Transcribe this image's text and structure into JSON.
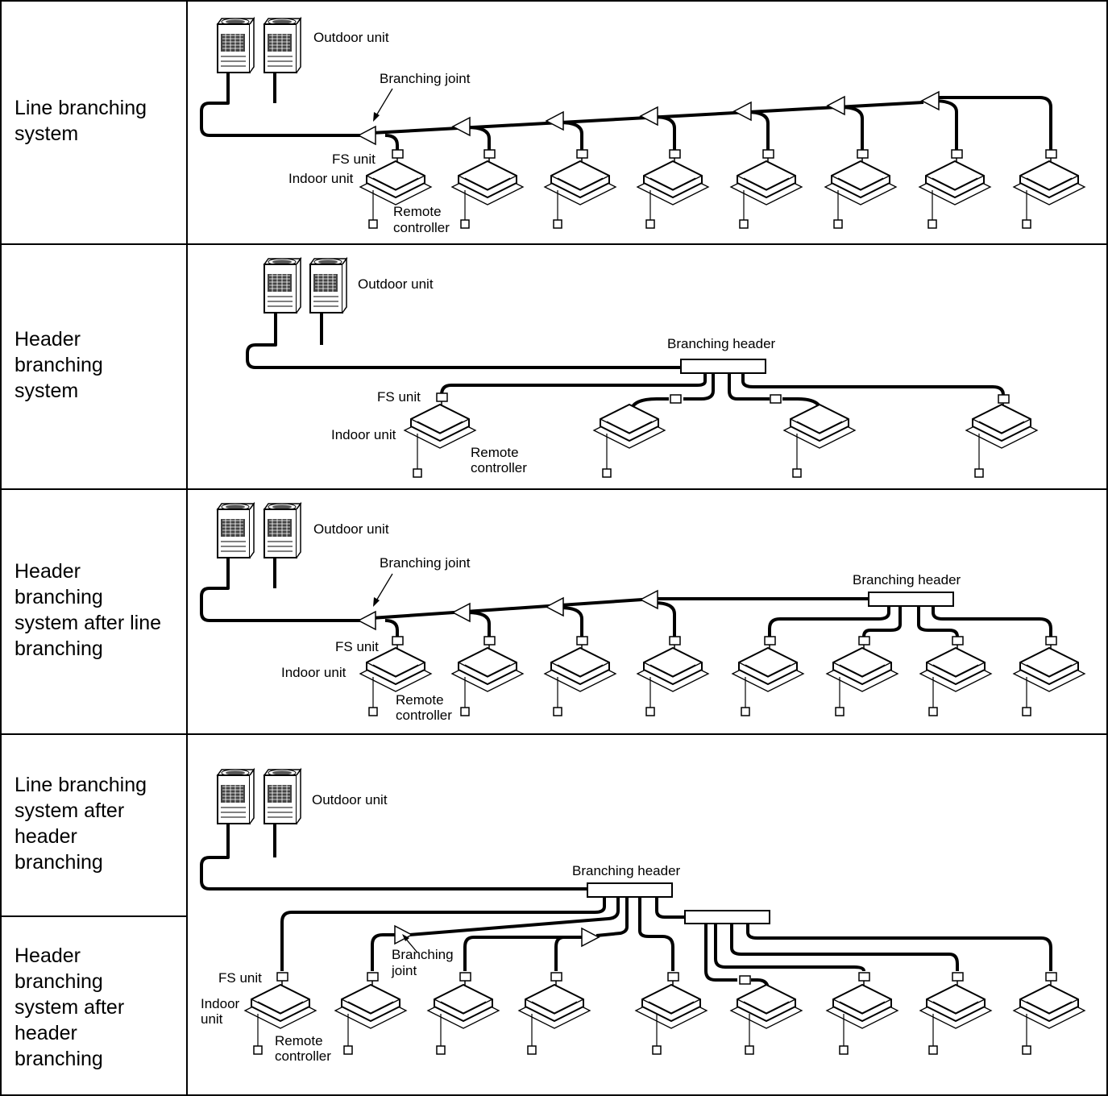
{
  "rows": [
    {
      "label": "Line branching\nsystem"
    },
    {
      "label": "Header\nbranching\nsystem"
    },
    {
      "label": "Header\nbranching\nsystem after line\nbranching"
    },
    {
      "label": "Line branching\nsystem after\nheader\nbranching"
    },
    {
      "label": "Header\nbranching\nsystem after\nheader\nbranching"
    }
  ],
  "labels": {
    "outdoor_unit": "Outdoor unit",
    "branching_joint": "Branching joint",
    "branching_joint_line1": "Branching",
    "branching_joint_line2": "joint",
    "branching_header": "Branching header",
    "fs_unit": "FS unit",
    "indoor_unit": "Indoor unit",
    "indoor_line1": "Indoor",
    "indoor_line2": "unit",
    "remote_line1": "Remote",
    "remote_line2": "controller"
  },
  "icons": [
    "outdoor-unit-icon",
    "indoor-unit-icon",
    "remote-controller-icon",
    "fs-unit-icon",
    "branching-joint-icon",
    "branching-header-icon"
  ]
}
